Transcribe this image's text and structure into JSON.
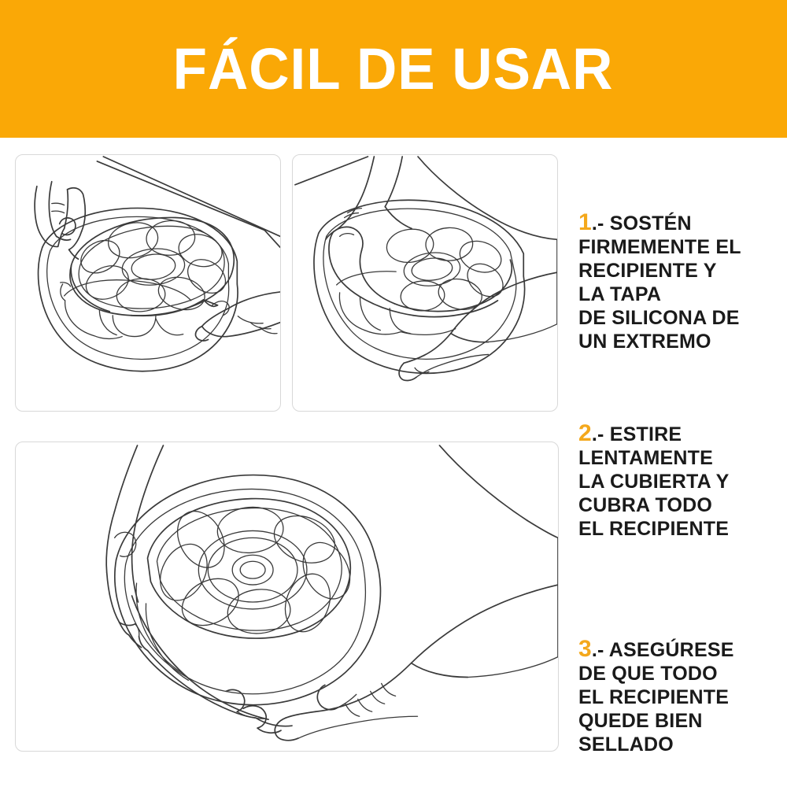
{
  "header": {
    "title": "FÁCIL DE USAR",
    "background_color": "#faa806",
    "text_color": "#ffffff"
  },
  "theme": {
    "accent_orange": "#f4a81c",
    "text_dark": "#1a1a1a",
    "panel_border": "#d8d8d8",
    "line_art_stroke": "#3a3a3a",
    "page_background": "#ffffff"
  },
  "panels": [
    {
      "id": "panel-1",
      "caption_ref": "step-1",
      "illustration_name": "hand-holding-bowl-and-silicone-lid-at-one-edge",
      "elements": [
        "left-hand",
        "right-hand",
        "glass-bowl",
        "eggs",
        "flower-silicone-lid"
      ]
    },
    {
      "id": "panel-2",
      "caption_ref": "step-2",
      "illustration_name": "hands-stretching-silicone-lid-over-bowl",
      "elements": [
        "left-hand",
        "right-hand",
        "glass-bowl",
        "eggs",
        "flower-silicone-lid-stretched"
      ]
    },
    {
      "id": "panel-3",
      "caption_ref": "step-3",
      "illustration_name": "two-hands-holding-fully-sealed-bowl",
      "elements": [
        "left-hand",
        "right-hand",
        "glass-bowl",
        "flower-silicone-lid-sealed"
      ]
    }
  ],
  "steps": [
    {
      "number": "1",
      "separator": ".-",
      "first_line_rest": "SOSTÉN",
      "lines": [
        "FIRMEMENTE EL",
        "RECIPIENTE Y",
        "LA TAPA",
        "DE SILICONA DE",
        "UN EXTREMO"
      ],
      "full_text": "1.- SOSTÉN FIRMEMENTE EL RECIPIENTE Y LA TAPA DE SILICONA DE UN EXTREMO"
    },
    {
      "number": "2",
      "separator": ".-",
      "first_line_rest": "ESTIRE",
      "lines": [
        "LENTAMENTE",
        "LA CUBIERTA Y",
        "CUBRA TODO",
        "EL RECIPIENTE"
      ],
      "full_text": "2.- ESTIRE LENTAMENTE LA CUBIERTA Y CUBRA TODO EL RECIPIENTE"
    },
    {
      "number": "3",
      "separator": ".-",
      "first_line_rest": "ASEGÚRESE",
      "lines": [
        "DE QUE TODO",
        "EL RECIPIENTE",
        "QUEDE BIEN",
        "SELLADO"
      ],
      "full_text": "3.- ASEGÚRESE DE QUE TODO EL RECIPIENTE QUEDE BIEN SELLADO"
    }
  ]
}
